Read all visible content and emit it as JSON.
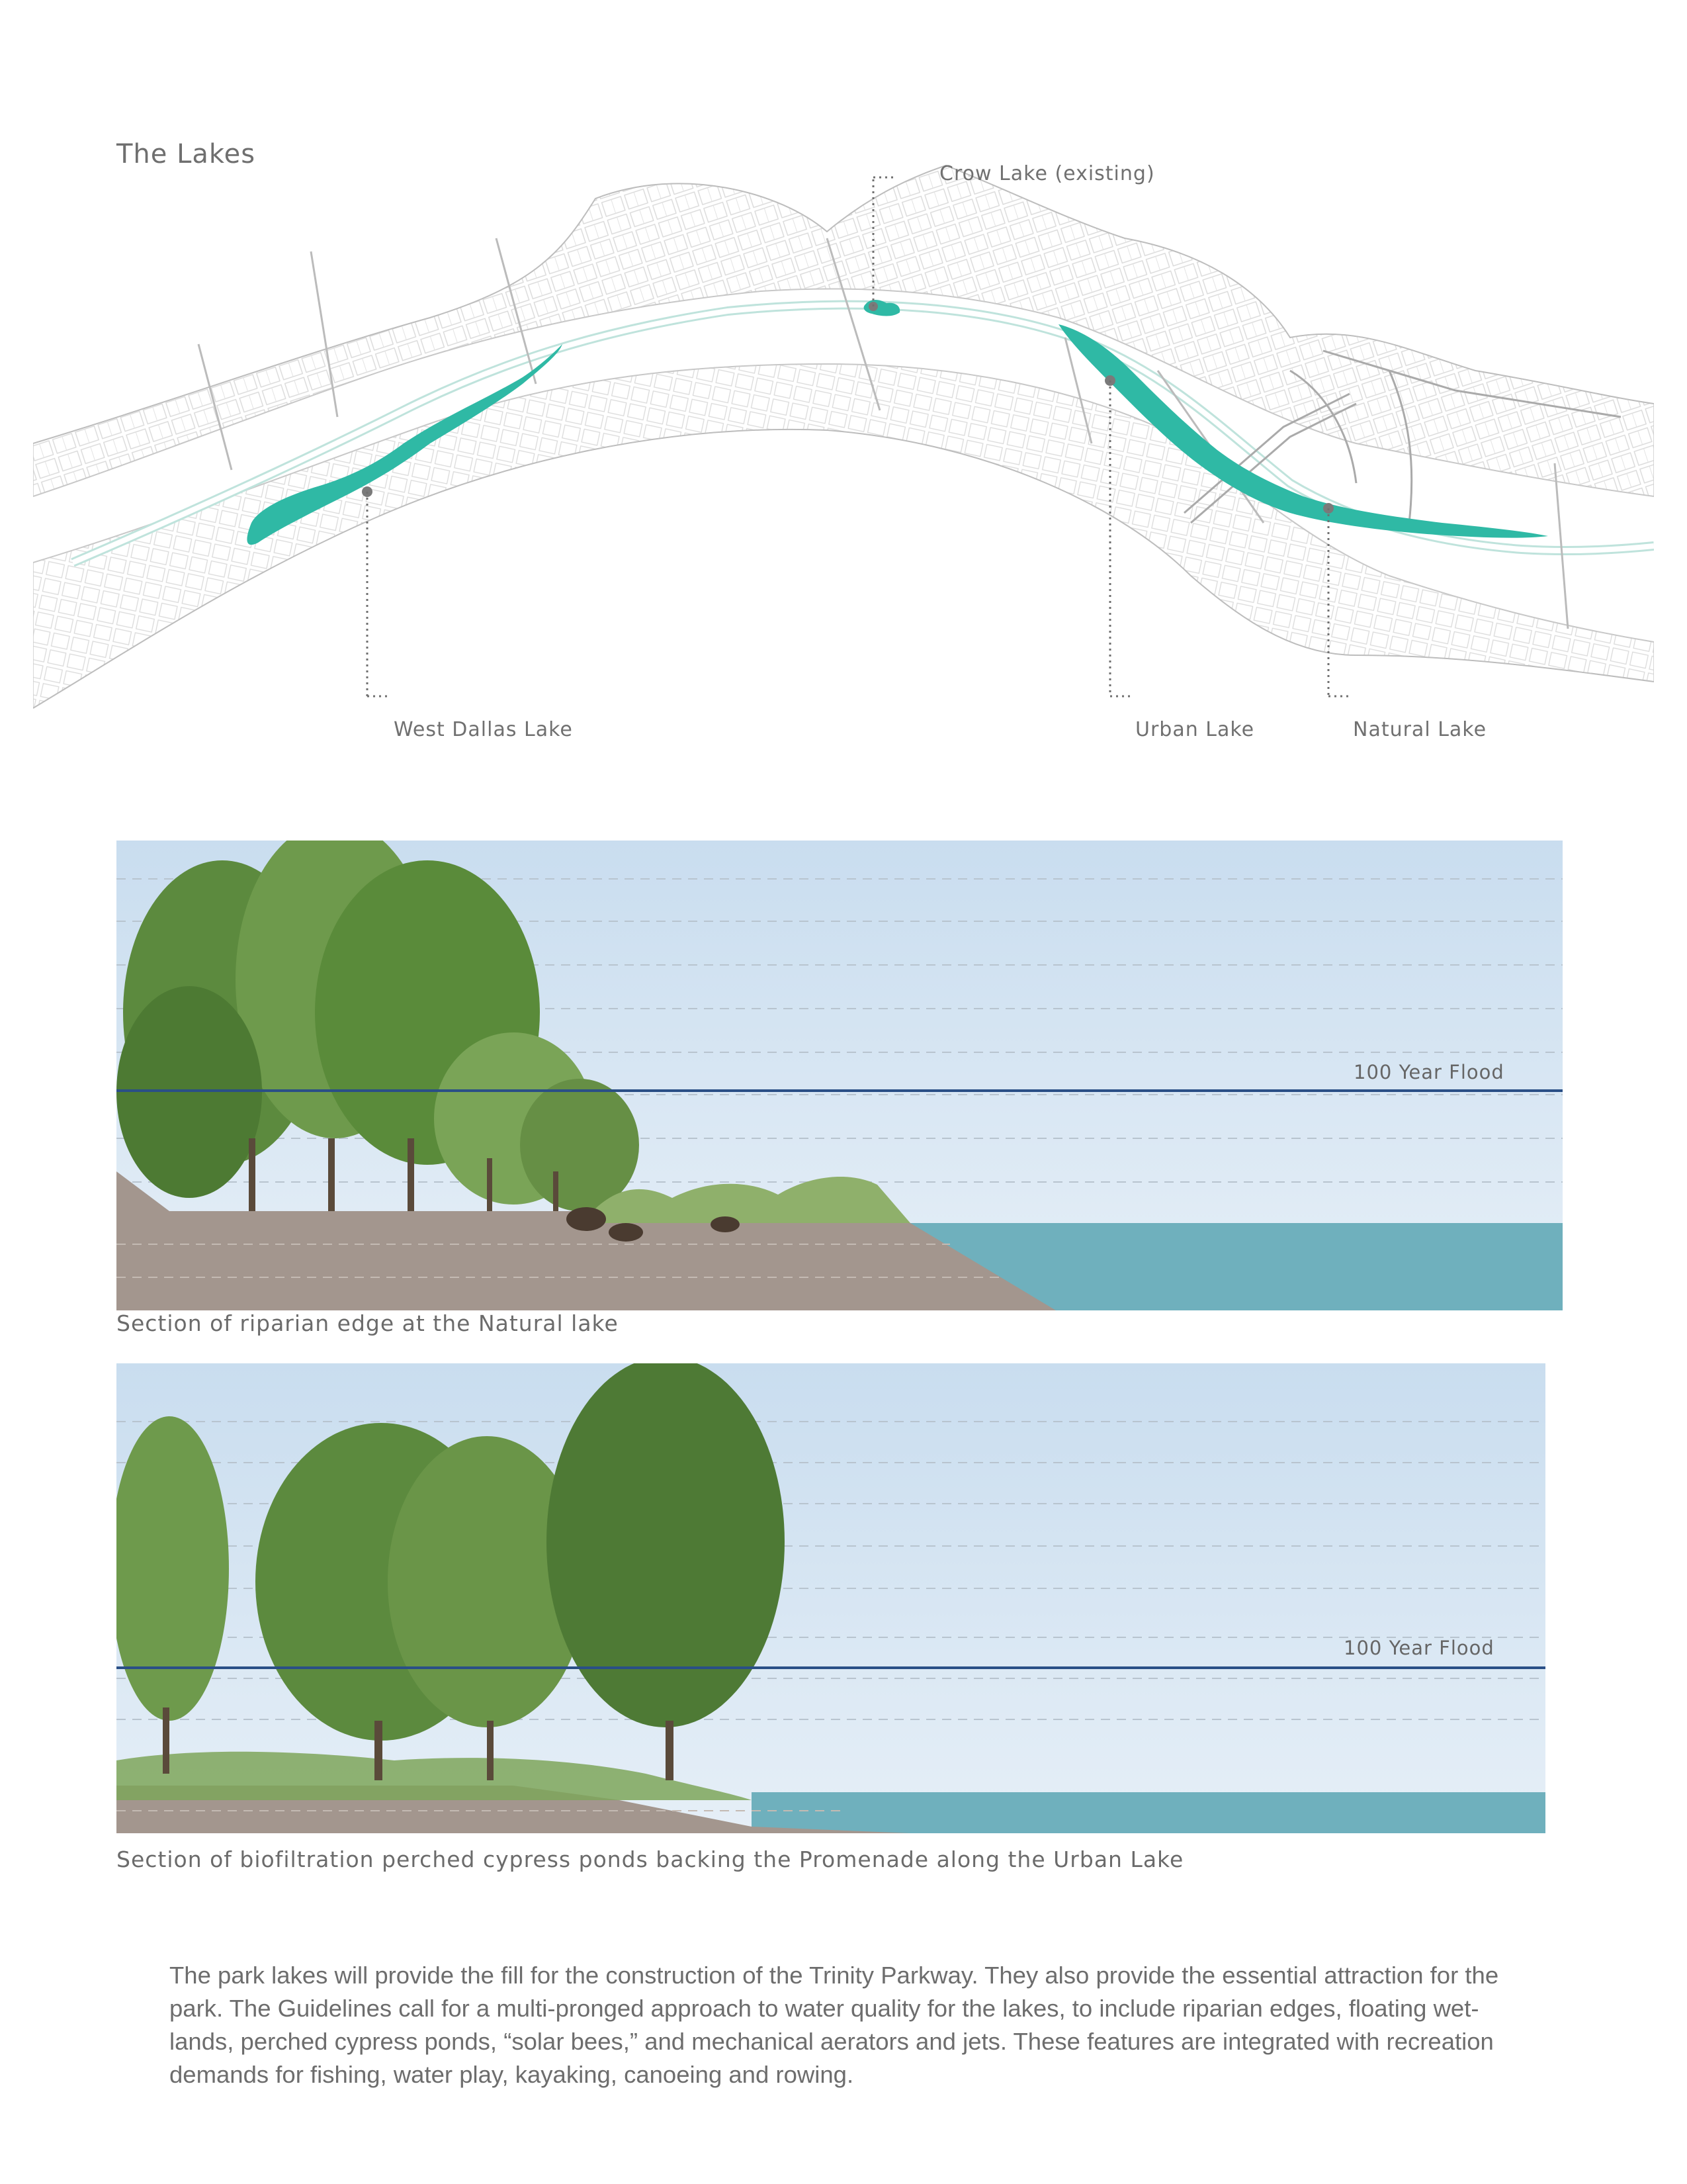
{
  "page": {
    "title": "The Lakes"
  },
  "map": {
    "labels": {
      "crow_lake": "Crow Lake (existing)",
      "west_dallas_lake": "West Dallas Lake",
      "urban_lake": "Urban Lake",
      "natural_lake": "Natural Lake"
    },
    "colors": {
      "lake_fill": "#2fb9a5",
      "marker": "#7a7a7a",
      "linework": "#cfcfcf",
      "river": "#bfe3dc"
    }
  },
  "sections": [
    {
      "caption": "Section of riparian edge at the Natural lake",
      "flood_label": "100 Year Flood"
    },
    {
      "caption": "Section of biofiltration perched cypress ponds backing the Promenade along the Urban Lake",
      "flood_label": "100 Year Flood"
    }
  ],
  "section_colors": {
    "sky": "#d6e6f3",
    "ground": "#a3968e",
    "water": "#6fb0bd",
    "flood_line": "#2a4f86",
    "tree_dark": "#4e7a35",
    "tree_light": "#7ea65a"
  },
  "body": {
    "paragraph": "The park lakes will provide the fill for the construction of the Trinity Parkway.  They also provide the essential attraction for the park.  The Guidelines call for a multi-pronged approach to water quality for the lakes, to include riparian edges, floating wet-lands, perched cypress ponds, “solar bees,” and mechanical aerators and jets.  These features are integrated with recreation demands for fishing, water play, kayaking, canoeing and rowing."
  }
}
